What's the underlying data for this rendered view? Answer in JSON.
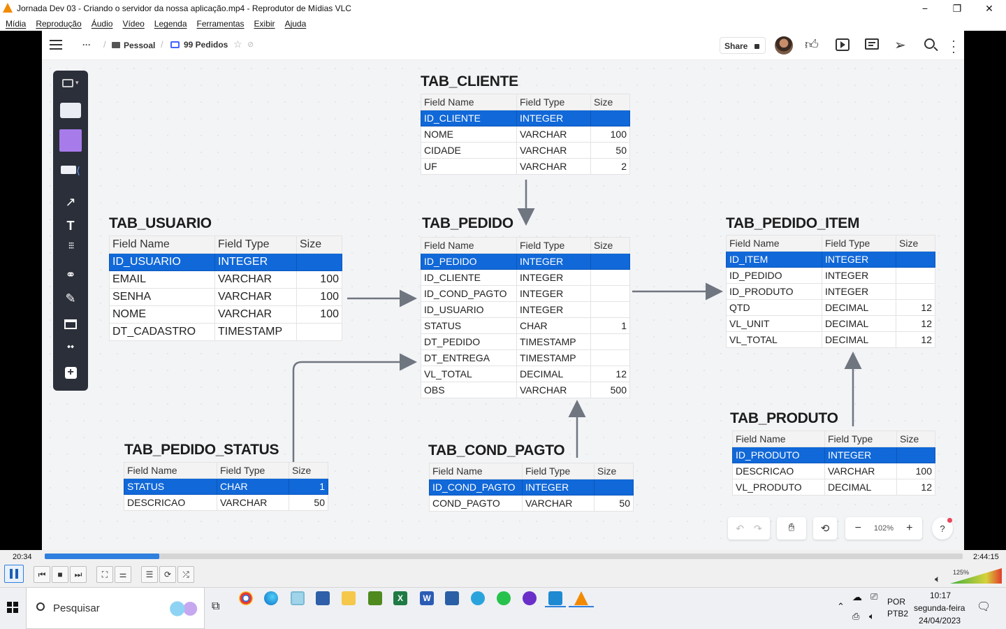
{
  "window": {
    "title": "Jornada Dev 03 - Criando o servidor da nossa aplicação.mp4 - Reprodutor de Mídias VLC",
    "minimize": "−",
    "maximize": "❐",
    "close": "✕"
  },
  "menu": [
    "Mídia",
    "Reprodução",
    "Áudio",
    "Vídeo",
    "Legenda",
    "Ferramentas",
    "Exibir",
    "Ajuda"
  ],
  "miro": {
    "breadcrumb_more": "···",
    "folder": "Pessoal",
    "board": "99 Pedidos",
    "share": "Share"
  },
  "tables": {
    "cliente": {
      "name": "TAB_CLIENTE",
      "headers": [
        "Field Name",
        "Field Type",
        "Size"
      ],
      "rows": [
        [
          "ID_CLIENTE",
          "INTEGER",
          ""
        ],
        [
          "NOME",
          "VARCHAR",
          "100"
        ],
        [
          "CIDADE",
          "VARCHAR",
          "50"
        ],
        [
          "UF",
          "VARCHAR",
          "2"
        ]
      ]
    },
    "usuario": {
      "name": "TAB_USUARIO",
      "headers": [
        "Field Name",
        "Field Type",
        "Size"
      ],
      "rows": [
        [
          "ID_USUARIO",
          "INTEGER",
          ""
        ],
        [
          "EMAIL",
          "VARCHAR",
          "100"
        ],
        [
          "SENHA",
          "VARCHAR",
          "100"
        ],
        [
          "NOME",
          "VARCHAR",
          "100"
        ],
        [
          "DT_CADASTRO",
          "TIMESTAMP",
          ""
        ]
      ]
    },
    "pedido": {
      "name": "TAB_PEDIDO",
      "headers": [
        "Field Name",
        "Field Type",
        "Size"
      ],
      "rows": [
        [
          "ID_PEDIDO",
          "INTEGER",
          ""
        ],
        [
          "ID_CLIENTE",
          "INTEGER",
          ""
        ],
        [
          "ID_COND_PAGTO",
          "INTEGER",
          ""
        ],
        [
          "ID_USUARIO",
          "INTEGER",
          ""
        ],
        [
          "STATUS",
          "CHAR",
          "1"
        ],
        [
          "DT_PEDIDO",
          "TIMESTAMP",
          ""
        ],
        [
          "DT_ENTREGA",
          "TIMESTAMP",
          ""
        ],
        [
          "VL_TOTAL",
          "DECIMAL",
          "12"
        ],
        [
          "OBS",
          "VARCHAR",
          "500"
        ]
      ]
    },
    "pedido_item": {
      "name": "TAB_PEDIDO_ITEM",
      "headers": [
        "Field Name",
        "Field Type",
        "Size"
      ],
      "rows": [
        [
          "ID_ITEM",
          "INTEGER",
          ""
        ],
        [
          "ID_PEDIDO",
          "INTEGER",
          ""
        ],
        [
          "ID_PRODUTO",
          "INTEGER",
          ""
        ],
        [
          "QTD",
          "DECIMAL",
          "12"
        ],
        [
          "VL_UNIT",
          "DECIMAL",
          "12"
        ],
        [
          "VL_TOTAL",
          "DECIMAL",
          "12"
        ]
      ]
    },
    "pedido_status": {
      "name": "TAB_PEDIDO_STATUS",
      "headers": [
        "Field Name",
        "Field Type",
        "Size"
      ],
      "rows": [
        [
          "STATUS",
          "CHAR",
          "1"
        ],
        [
          "DESCRICAO",
          "VARCHAR",
          "50"
        ]
      ]
    },
    "cond_pagto": {
      "name": "TAB_COND_PAGTO",
      "headers": [
        "Field Name",
        "Field Type",
        "Size"
      ],
      "rows": [
        [
          "ID_COND_PAGTO",
          "INTEGER",
          ""
        ],
        [
          "COND_PAGTO",
          "VARCHAR",
          "50"
        ]
      ]
    },
    "produto": {
      "name": "TAB_PRODUTO",
      "headers": [
        "Field Name",
        "Field Type",
        "Size"
      ],
      "rows": [
        [
          "ID_PRODUTO",
          "INTEGER",
          ""
        ],
        [
          "DESCRICAO",
          "VARCHAR",
          "100"
        ],
        [
          "VL_PRODUTO",
          "DECIMAL",
          "12"
        ]
      ]
    }
  },
  "canvas_controls": {
    "zoom": "102%",
    "help": "?"
  },
  "player": {
    "elapsed": "20:34",
    "duration": "2:44:15",
    "progress_fraction": 0.125,
    "volume": "125%"
  },
  "taskbar": {
    "search_placeholder": "Pesquisar",
    "lang": "POR",
    "layout": "PTB2",
    "time": "10:17",
    "day": "segunda-feira",
    "date": "24/04/2023"
  },
  "colors": {
    "pk_row": "#1168d8",
    "toolbar": "#2b2f3a",
    "seek": "#2f7fde"
  }
}
